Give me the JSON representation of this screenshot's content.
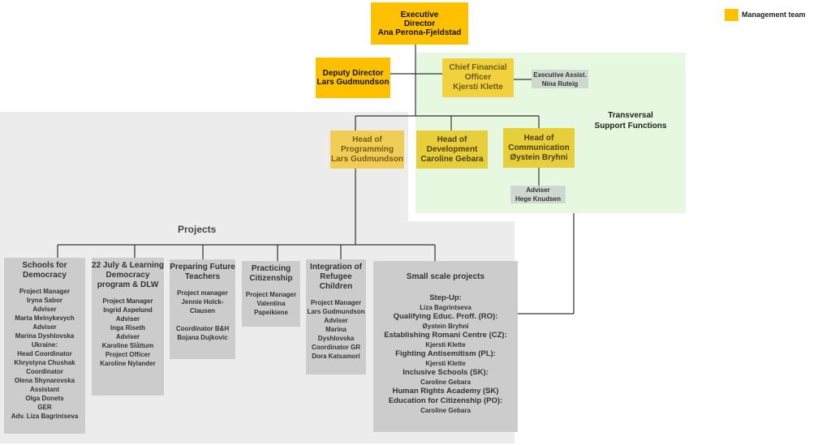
{
  "legend": {
    "label": "Management team",
    "color": "#ffc000"
  },
  "executive": {
    "title": "Executive\nDirector",
    "name": "Ana Perona-Fjeldstad"
  },
  "deputy": {
    "title": "Deputy Director",
    "name": "Lars Gudmundson"
  },
  "cfo": {
    "title": "Chief Financial\nOfficer",
    "name": "Kjersti Klette"
  },
  "exec_assist": {
    "title": "Executive Assist.",
    "name": "Nina Ruteig"
  },
  "transversal": {
    "label": "Transversal\nSupport Functions"
  },
  "heads": [
    {
      "title": "Head of\nProgramming",
      "name": "Lars Gudmundson"
    },
    {
      "title": "Head of\nDevelopment",
      "name": "Caroline Gebara"
    },
    {
      "title": "Head of\nCommunication",
      "name": "Øystein Bryhni"
    }
  ],
  "adviser": {
    "title": "Adviser",
    "name": "Hege Knudsen"
  },
  "projects_label": "Projects",
  "projects": [
    {
      "title": "Schools for\nDemocracy",
      "details": "Project Manager\nIryna Sabor\nAdviser\nMarta Melnykevych\nAdviser\nMarina Dyshlovska\nUkraine:\nHead Coordinator\nKhrystyna Chushak\nCoordinator\nOlena Shynarovska\nAssistant\nOlga Donets\nGER\nAdv. Liza Bagrintseva"
    },
    {
      "title": "22 July & Learning\nDemocracy\nprogram & DLW",
      "details": "Project Manager\nIngrid Aspelund\nAdviser\nInga Riseth\nAdviser\nKaroline Slåttum\nProject Officer\nKaroline Nylander"
    },
    {
      "title": "Preparing Future\nTeachers",
      "details": "Project manager\nJennie Holck-\nClausen\n\nCoordinator B&H\nBojana Dujkovic"
    },
    {
      "title": "Practicing\nCitizenship",
      "details": "Project Manager\nValentina\nPapeikiene"
    },
    {
      "title": "Integration of\nRefugee\nChildren",
      "details": "Project Manager\nLars Gudmundson\nAdviser\nMarina\nDyshlovska\nCoordinator GR\nDora Katsamori"
    }
  ],
  "small_scale": {
    "title": "Small scale  projects",
    "items": [
      {
        "name": "Step-Up:",
        "person": "Liza Bagrintseva"
      },
      {
        "name": "Qualifying Educ. Proff. (RO):",
        "person": "Øystein Bryhni"
      },
      {
        "name": "Establishing Romani Centre (CZ):",
        "person": "Kjersti Klette"
      },
      {
        "name": "Fighting Antisemitism (PL):",
        "person": "Kjersti Klette"
      },
      {
        "name": "Inclusive Schools (SK):",
        "person": "Caroline Gebara"
      },
      {
        "name": "Human Rights Academy (SK)",
        "person": ""
      },
      {
        "name": "Education for Citizenship (PO):",
        "person": "Caroline Gebara"
      }
    ]
  }
}
